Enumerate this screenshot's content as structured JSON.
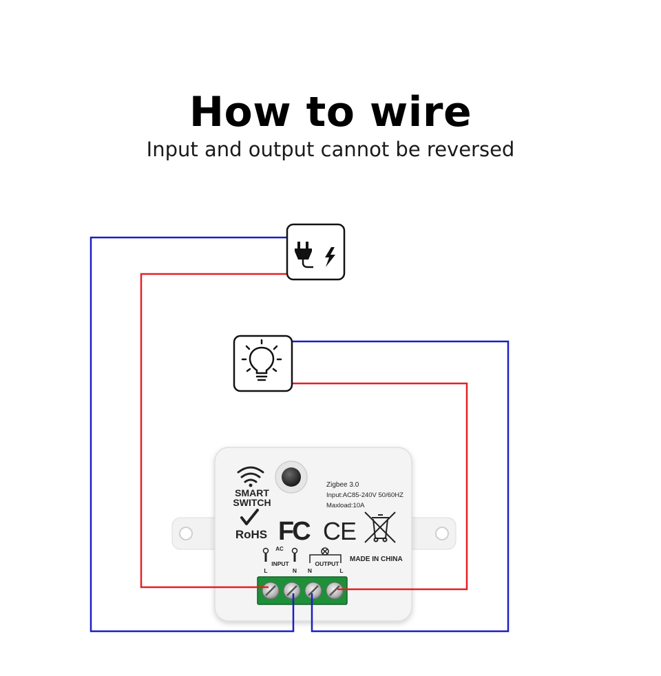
{
  "header": {
    "title": "How to wire",
    "subtitle": "Input and output cannot be reversed"
  },
  "icons": {
    "power": [
      "plug-icon",
      "lightning-icon"
    ],
    "load": "light-bulb-icon"
  },
  "device": {
    "brand_lines": [
      "SMART",
      "SWITCH"
    ],
    "spec_lines": [
      "Zigbee 3.0",
      "Input:AC85-240V 50/60HZ",
      "Maxload:10A"
    ],
    "certifications": [
      "RoHS",
      "FC",
      "CE"
    ],
    "ac_label": "AC",
    "input_label": "INPUT",
    "output_label": "OUTPUT",
    "made_in": "MADE IN CHINA",
    "terminals": [
      "L",
      "N",
      "N",
      "L"
    ]
  },
  "colors": {
    "live_wire": "#e51f24",
    "neutral_wire": "#1b1ec4",
    "terminal_block": "#1f8f3a",
    "device_body": "#f4f4f4"
  }
}
